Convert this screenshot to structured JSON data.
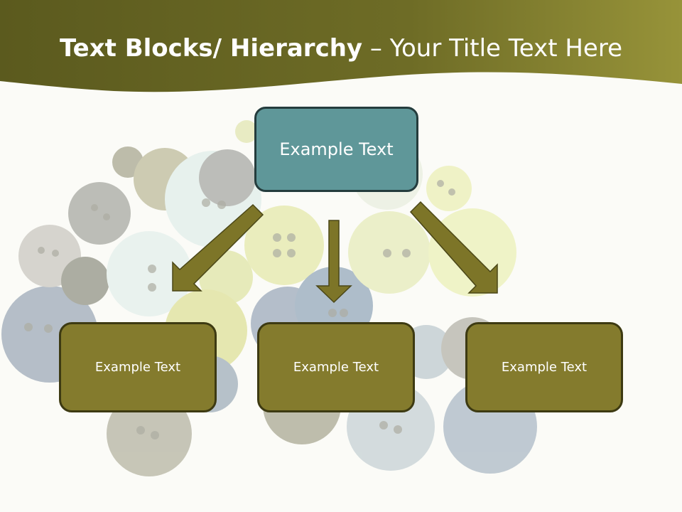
{
  "slide": {
    "title_bold": "Text Blocks/ Hierarchy",
    "title_rest": " – Your Title Text Here"
  },
  "hierarchy": {
    "top": {
      "label": "Example Text"
    },
    "children": [
      {
        "label": "Example Text"
      },
      {
        "label": "Example Text"
      },
      {
        "label": "Example Text"
      }
    ]
  },
  "colors": {
    "header_olive": "#6b6a26",
    "top_box_teal": "#5f9799",
    "child_box_olive": "#847b2d",
    "arrow_olive": "#7d7528",
    "text_white": "#ffffff"
  }
}
